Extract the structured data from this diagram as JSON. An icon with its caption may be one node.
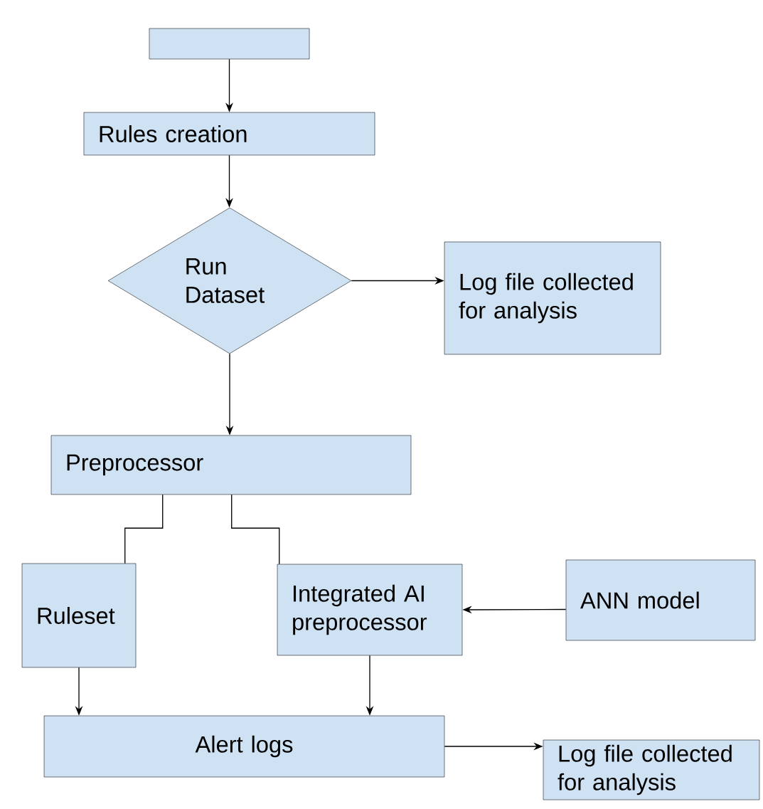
{
  "diagram": {
    "nodes": [
      {
        "text": [],
        "shape": "box"
      },
      {
        "text": [
          "Rules creation"
        ]
      },
      {
        "text": [
          "Run Dataset"
        ]
      },
      {
        "text": [
          "Log file collected for analysis"
        ]
      },
      {
        "text": [
          "Preprocessor"
        ]
      },
      {
        "text": [
          "Ruleset"
        ]
      },
      {
        "text": [
          "Integrated AI preprocessor"
        ]
      },
      {
        "text": [
          "ANN model"
        ]
      },
      {
        "text": [
          "Alert logs"
        ]
      },
      {
        "text": [
          "Log file collected for analysis"
        ]
      }
    ],
    "edges": [
      {
        "from": 0,
        "to": 1,
        "arrow": "to"
      },
      {
        "from": 1,
        "to": 2,
        "arrow": "to"
      },
      {
        "from": 2,
        "to": 3,
        "arrow": "to"
      },
      {
        "from": 2,
        "to": 4,
        "arrow": "to"
      },
      {
        "from": 4,
        "to": 5,
        "arrow": "none"
      },
      {
        "from": 4,
        "to": 6,
        "arrow": "none"
      },
      {
        "from": 7,
        "to": 6,
        "arrow": "to"
      },
      {
        "from": 5,
        "to": 8,
        "arrow": "to"
      },
      {
        "from": 6,
        "to": 8,
        "arrow": "to"
      },
      {
        "from": 8,
        "to": 9,
        "arrow": "to"
      }
    ]
  }
}
